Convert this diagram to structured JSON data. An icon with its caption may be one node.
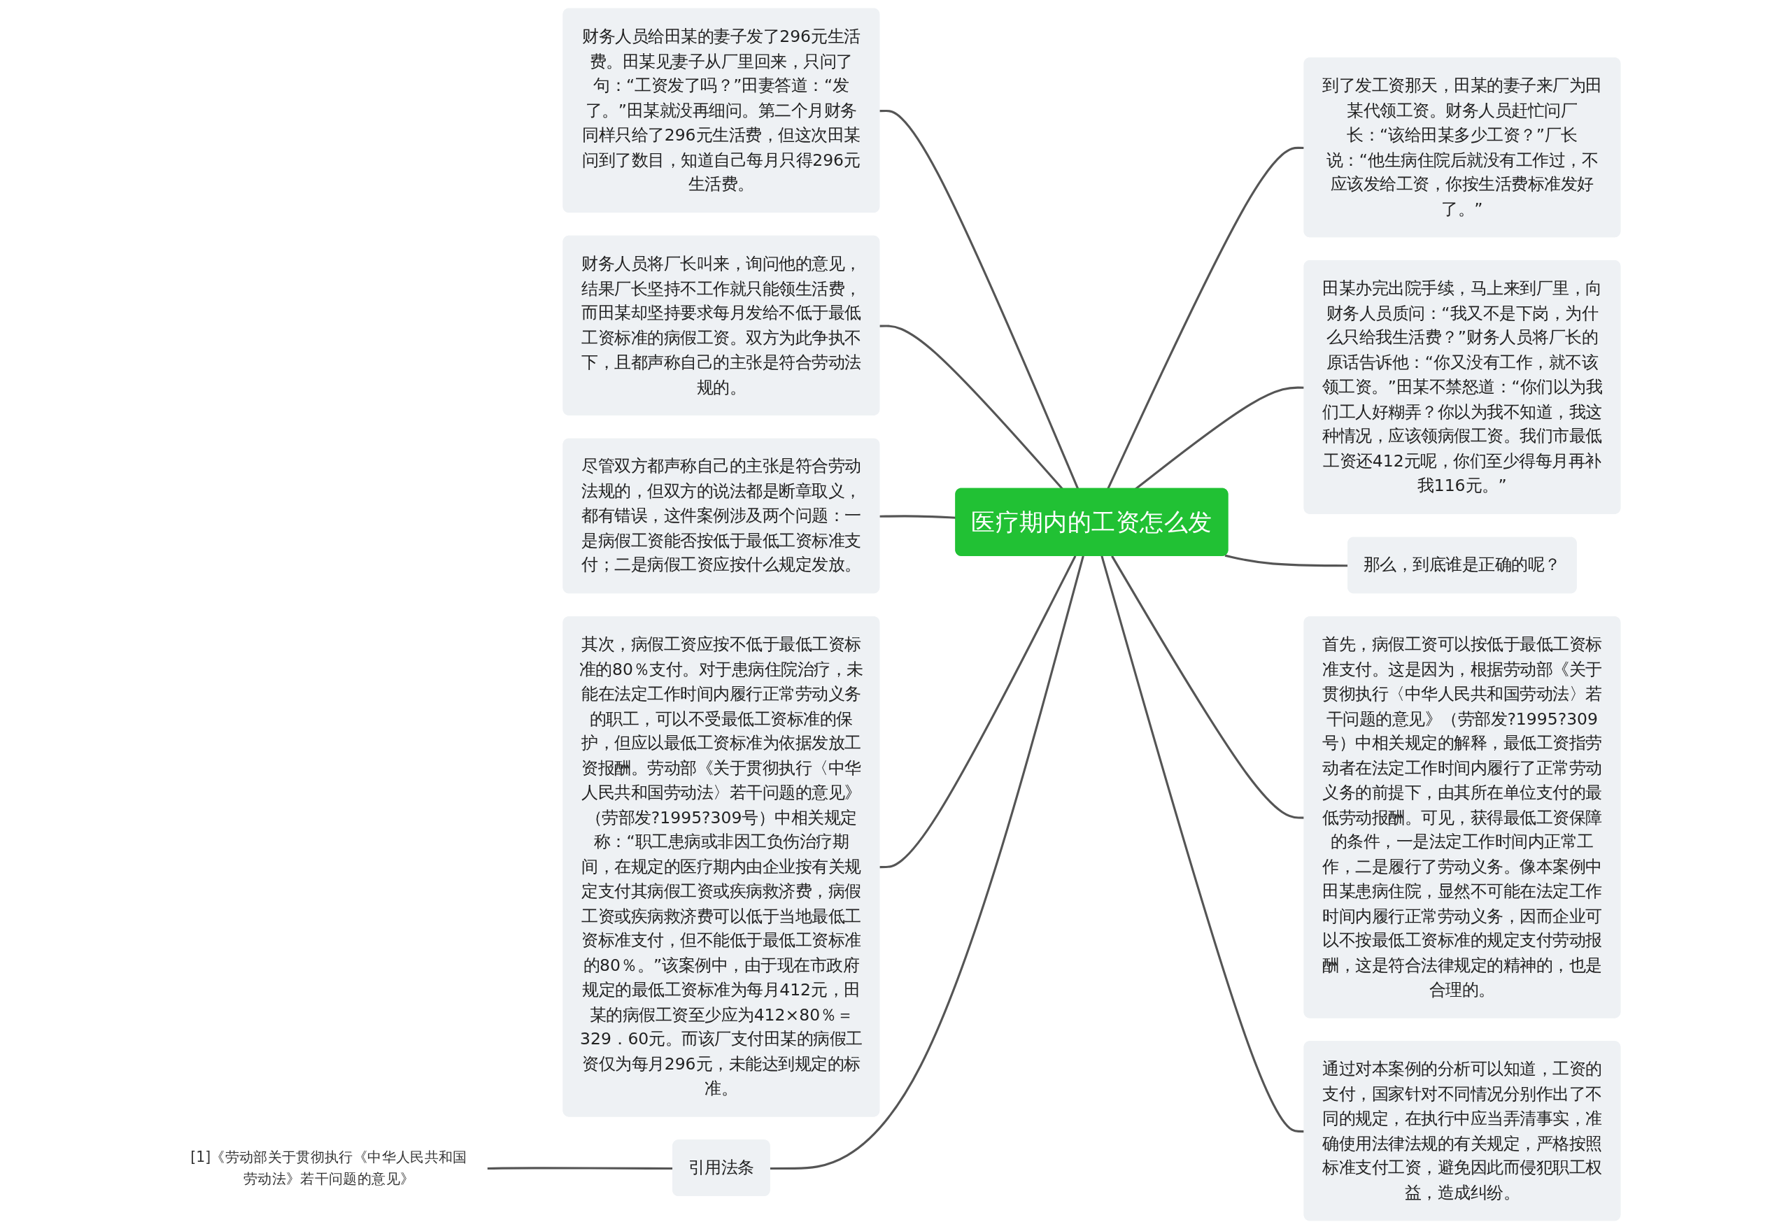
{
  "diagram": {
    "nodes": [
      {
        "text": [
          "医疗期内的工资怎么发"
        ]
      },
      {
        "text": [
          "财务人员给田某的妻子发了296元生活费。田某见妻子从厂里回来，只问了句：“工资发了吗？”田妻答道：“发了。”田某就没再细问。第二个月财务同样只给了296元生活费，但这次田某问到了数目，知道自己每月只得296元生活费。"
        ]
      },
      {
        "text": [
          "财务人员将厂长叫来，询问他的意见，结果厂长坚持不工作就只能领生活费，而田某却坚持要求每月发给不低于最低工资标准的病假工资。双方为此争执不下，且都声称自己的主张是符合劳动法规的。"
        ]
      },
      {
        "text": [
          "尽管双方都声称自己的主张是符合劳动法规的，但双方的说法都是断章取义，都有错误，这件案例涉及两个问题：一是病假工资能否按低于最低工资标准支付；二是病假工资应按什么规定发放。"
        ]
      },
      {
        "text": [
          "其次，病假工资应按不低于最低工资标准的80％支付。对于患病住院治疗，未能在法定工作时间内履行正常劳动义务的职工，可以不受最低工资标准的保护，但应以最低工资标准为依据发放工资报酬。劳动部《关于贯彻执行〈中华人民共和国劳动法〉若干问题的意见》（劳部发?1995?309号）中相关规定称：“职工患病或非因工负伤治疗期间，在规定的医疗期内由企业按有关规定支付其病假工资或疾病救济费，病假工资或疾病救济费可以低于当地最低工资标准支付，但不能低于最低工资标准的80％。”该案例中，由于现在市政府规定的最低工资标准为每月412元，田某的病假工资至少应为412×80％＝329．60元。而该厂支付田某的病假工资仅为每月296元，未能达到规定的标准。"
        ]
      },
      {
        "text": [
          "引用法条"
        ]
      },
      {
        "text": [
          "[1]《劳动部关于贯彻执行《中华人民共和国劳动法》若干问题的意见》"
        ]
      },
      {
        "text": [
          "到了发工资那天，田某的妻子来厂为田某代领工资。财务人员赶忙问厂长：“该给田某多少工资？”厂长说：“他生病住院后就没有工作过，不应该发给工资，你按生活费标准发好了。”"
        ]
      },
      {
        "text": [
          "田某办完出院手续，马上来到厂里，向财务人员质问：“我又不是下岗，为什么只给我生活费？”财务人员将厂长的原话告诉他：“你又没有工作，就不该领工资。”田某不禁怒道：“你们以为我们工人好糊弄？你以为我不知道，我这种情况，应该领病假工资。我们市最低工资还412元呢，你们至少得每月再补我116元。”"
        ]
      },
      {
        "text": [
          "那么，到底谁是正确的呢？"
        ]
      },
      {
        "text": [
          "首先，病假工资可以按低于最低工资标准支付。这是因为，根据劳动部《关于贯彻执行〈中华人民共和国劳动法〉若干问题的意见》（劳部发?1995?309号）中相关规定的解释，最低工资指劳动者在法定工作时间内履行了正常劳动义务的前提下，由其所在单位支付的最低劳动报酬。可见，获得最低工资保障的条件，一是法定工作时间内正常工作，二是履行了劳动义务。像本案例中田某患病住院，显然不可能在法定工作时间内履行正常劳动义务，因而企业可以不按最低工资标准的规定支付劳动报酬，这是符合法律规定的精神的，也是合理的。"
        ]
      },
      {
        "text": [
          "通过对本案例的分析可以知道，工资的支付，国家针对不同情况分别作出了不同的规定，在执行中应当弄清事实，准确使用法律法规的有关规定，严格按照标准支付工资，避免因此而侵犯职工权益，造成纠纷。"
        ]
      }
    ],
    "edges": [
      {
        "from": 0,
        "to": 1,
        "arrow": "none"
      },
      {
        "from": 0,
        "to": 2,
        "arrow": "none"
      },
      {
        "from": 0,
        "to": 3,
        "arrow": "none"
      },
      {
        "from": 0,
        "to": 4,
        "arrow": "none"
      },
      {
        "from": 0,
        "to": 5,
        "arrow": "none"
      },
      {
        "from": 5,
        "to": 6,
        "arrow": "none"
      },
      {
        "from": 0,
        "to": 7,
        "arrow": "none"
      },
      {
        "from": 0,
        "to": 8,
        "arrow": "none"
      },
      {
        "from": 0,
        "to": 9,
        "arrow": "none"
      },
      {
        "from": 0,
        "to": 10,
        "arrow": "none"
      },
      {
        "from": 0,
        "to": 11,
        "arrow": "none"
      }
    ]
  }
}
